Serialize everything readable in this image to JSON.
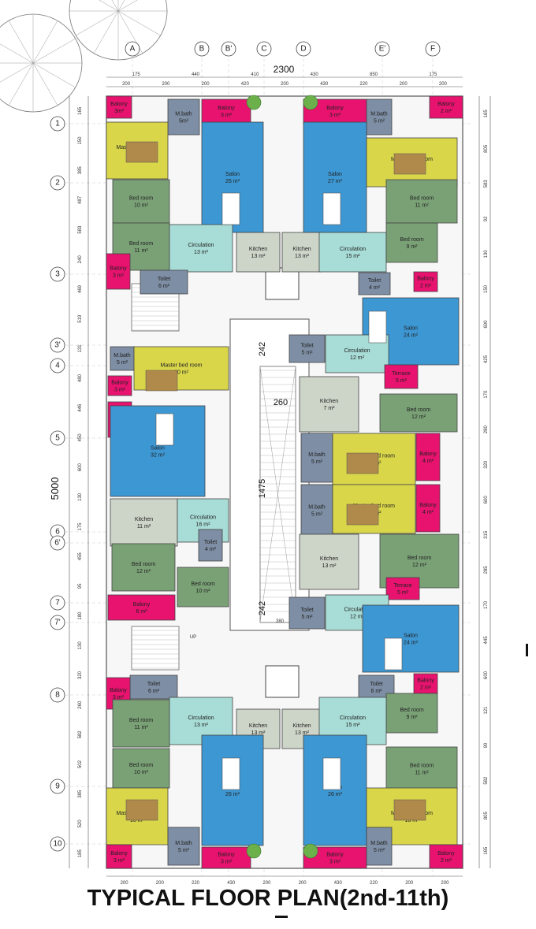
{
  "title": "TYPICAL FLOOR PLAN(2nd-11th)",
  "overall_width": "2300",
  "overall_height": "5000",
  "column_axes": [
    "A",
    "B",
    "B'",
    "C",
    "D",
    "E'",
    "F"
  ],
  "row_axes": [
    "1",
    "2",
    "3",
    "3'",
    "4",
    "5",
    "6",
    "6'",
    "7",
    "7'",
    "8",
    "9",
    "10"
  ],
  "colors": {
    "balcony": "#e8126f",
    "salon": "#3d97d3",
    "master_bed": "#d9d64a",
    "bedroom": "#7aa176",
    "circulation": "#a8dcd6",
    "kitchen": "#cdd4c8",
    "bath": "#7e8ea4",
    "core": "#ffffff"
  },
  "top_dims": [
    "175",
    "440",
    "410",
    "430",
    "850",
    "175"
  ],
  "top_dims2": [
    "200",
    "200",
    "200",
    "420",
    "200",
    "430",
    "220",
    "200",
    "200"
  ],
  "bottom_dims": [
    "200",
    "200",
    "220",
    "430",
    "200",
    "200",
    "430",
    "220",
    "200",
    "200"
  ],
  "left_dims": [
    "165",
    "150",
    "385",
    "487",
    "583",
    "240",
    "469",
    "519",
    "131",
    "480",
    "446",
    "450",
    "600",
    "130",
    "175",
    "455",
    "95",
    "180",
    "130",
    "320",
    "260",
    "582",
    "502",
    "385",
    "520",
    "185"
  ],
  "right_dims": [
    "165",
    "805",
    "583",
    "92",
    "130",
    "150",
    "600",
    "425",
    "170",
    "280",
    "320",
    "600",
    "315",
    "285",
    "170",
    "445",
    "600",
    "121",
    "90",
    "582",
    "805",
    "165"
  ],
  "core": {
    "stair_dim": "1475",
    "void_dim": "260",
    "landing_a": "242",
    "landing_b": "242",
    "lift_dim": "380",
    "up_label": "UP"
  },
  "rooms": [
    {
      "name": "Balony",
      "area": "3m²"
    },
    {
      "name": "M.bath",
      "area": "5m²"
    },
    {
      "name": "Balony",
      "area": "3 m²"
    },
    {
      "name": "Balony",
      "area": "3 m²"
    },
    {
      "name": "M.bath",
      "area": "5 m²"
    },
    {
      "name": "Balony",
      "area": "2 m²"
    },
    {
      "name": "Master bed room",
      "area": "18 m²"
    },
    {
      "name": "Salon",
      "area": "26 m²"
    },
    {
      "name": "Salon",
      "area": "27 m²"
    },
    {
      "name": "Master bed room",
      "area": "18 m²"
    },
    {
      "name": "Bed room",
      "area": "10 m²"
    },
    {
      "name": "Bed room",
      "area": "11 m²"
    },
    {
      "name": "Bed room",
      "area": "11 m²"
    },
    {
      "name": "Circulation",
      "area": "13 m²"
    },
    {
      "name": "Kitchen",
      "area": "13 m²"
    },
    {
      "name": "Kitchen",
      "area": "13 m²"
    },
    {
      "name": "Circulation",
      "area": "15 m²"
    },
    {
      "name": "Bed room",
      "area": "9 m²"
    },
    {
      "name": "Balony",
      "area": "3 m²"
    },
    {
      "name": "Toilet",
      "area": "6 m²"
    },
    {
      "name": "Toilet",
      "area": "4 m²"
    },
    {
      "name": "Balony",
      "area": "2 m²"
    },
    {
      "name": "Salon",
      "area": "24 m²"
    },
    {
      "name": "M.bath",
      "area": "5 m²"
    },
    {
      "name": "Master bed room",
      "area": "20 m²"
    },
    {
      "name": "Balony",
      "area": "3 m²"
    },
    {
      "name": "Toilet",
      "area": "5 m²"
    },
    {
      "name": "Circulation",
      "area": "12 m²"
    },
    {
      "name": "Terrace",
      "area": "5 m²"
    },
    {
      "name": "Balony",
      "area": "4 m²"
    },
    {
      "name": "Kitchen",
      "area": "7 m²"
    },
    {
      "name": "Bed room",
      "area": "12 m²"
    },
    {
      "name": "Salon",
      "area": "32 m²"
    },
    {
      "name": "M.bath",
      "area": "5 m²"
    },
    {
      "name": "Master bed room",
      "area": "17 m²"
    },
    {
      "name": "Balony",
      "area": "4 m²"
    },
    {
      "name": "M.bath",
      "area": "5 m²"
    },
    {
      "name": "Master bed room",
      "area": "17 m²"
    },
    {
      "name": "Balony",
      "area": "4 m²"
    },
    {
      "name": "Kitchen",
      "area": "11 m²"
    },
    {
      "name": "Circulation",
      "area": "16 m²"
    },
    {
      "name": "Toilet",
      "area": "4 m²"
    },
    {
      "name": "Bed room",
      "area": "12 m²"
    },
    {
      "name": "Kitchen",
      "area": "13 m²"
    },
    {
      "name": "Bed room",
      "area": "12 m²"
    },
    {
      "name": "Bed room",
      "area": "10 m²"
    },
    {
      "name": "Terrace",
      "area": "5 m²"
    },
    {
      "name": "Balony",
      "area": "6 m²"
    },
    {
      "name": "Toilet",
      "area": "5 m²"
    },
    {
      "name": "Circulation",
      "area": "12 m²"
    },
    {
      "name": "Salon",
      "area": "24 m²"
    },
    {
      "name": "Toilet",
      "area": "6 m²"
    },
    {
      "name": "Toilet",
      "area": "6 m²"
    },
    {
      "name": "Balony",
      "area": "2 m²"
    },
    {
      "name": "Balony",
      "area": "3 m²"
    },
    {
      "name": "Bed room",
      "area": "9 m²"
    },
    {
      "name": "Bed room",
      "area": "11 m²"
    },
    {
      "name": "Circulation",
      "area": "13 m²"
    },
    {
      "name": "Kitchen",
      "area": "13 m²"
    },
    {
      "name": "Kitchen",
      "area": "13 m²"
    },
    {
      "name": "Circulation",
      "area": "15 m²"
    },
    {
      "name": "Bed room",
      "area": "10 m²"
    },
    {
      "name": "Bed room",
      "area": "11 m²"
    },
    {
      "name": "Salon",
      "area": "26 m²"
    },
    {
      "name": "Salon",
      "area": "26 m²"
    },
    {
      "name": "Master bed room",
      "area": "18 m²"
    },
    {
      "name": "Master bed room",
      "area": "18 m²"
    },
    {
      "name": "Balony",
      "area": "3 m²"
    },
    {
      "name": "M.bath",
      "area": "5 m²"
    },
    {
      "name": "Balony",
      "area": "3 m²"
    },
    {
      "name": "Balony",
      "area": "3 m²"
    },
    {
      "name": "M.bath",
      "area": "5 m²"
    },
    {
      "name": "Balony",
      "area": "2 m²"
    }
  ]
}
